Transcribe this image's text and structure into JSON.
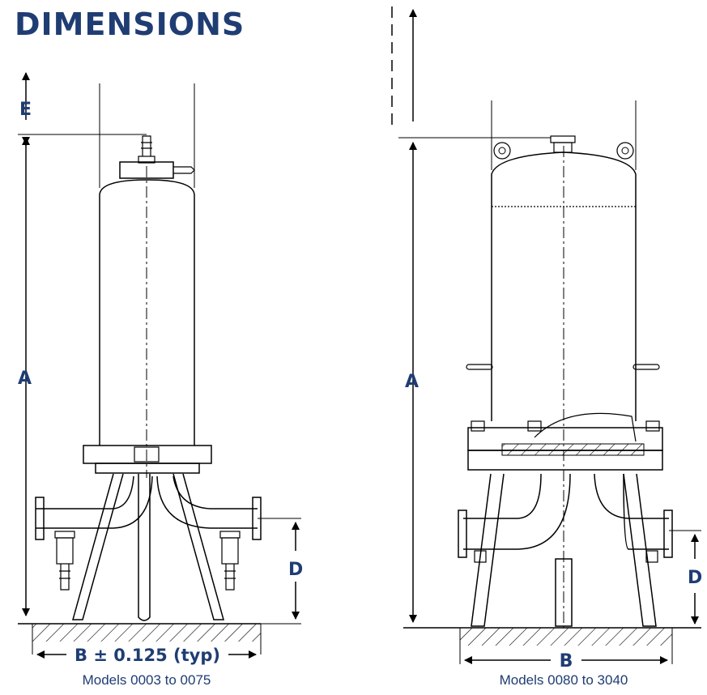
{
  "title": "DIMENSIONS",
  "left_figure": {
    "caption": "Models 0003 to 0075",
    "dim_a": "A",
    "dim_e": "E",
    "dim_d": "D",
    "dim_b": "B ± 0.125 (typ)"
  },
  "right_figure": {
    "caption": "Models 0080 to 3040",
    "dim_a": "A",
    "dim_d": "D",
    "dim_b": "B"
  },
  "colors": {
    "label": "#1f3d73",
    "line": "#000000"
  }
}
